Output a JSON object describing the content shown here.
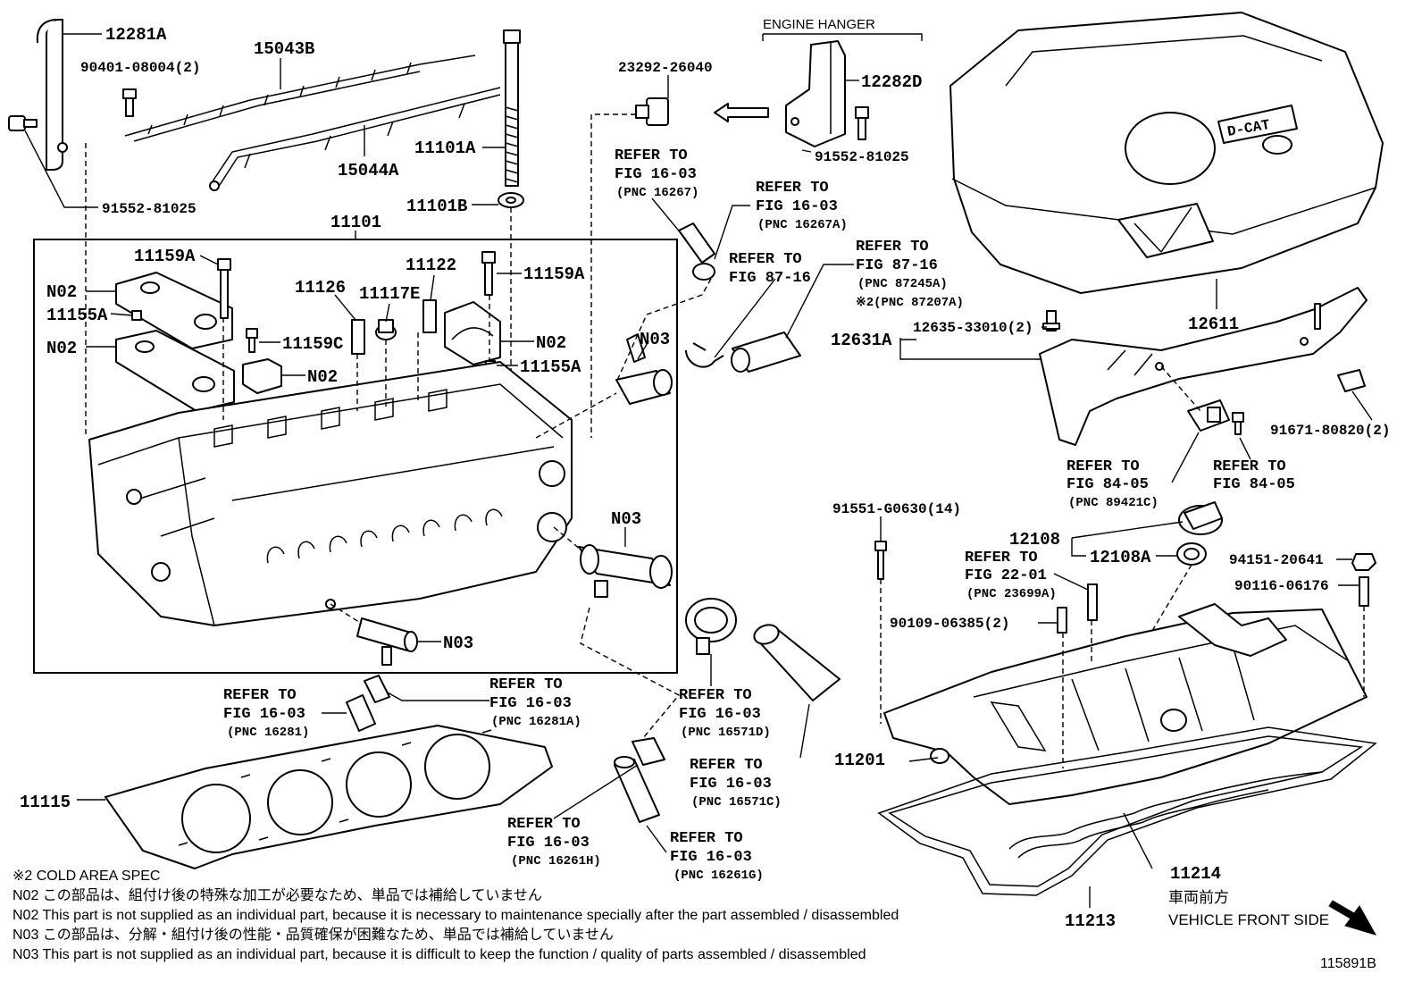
{
  "labels": {
    "p12281A": "12281A",
    "p90401": "90401-08004(2)",
    "p15043B": "15043B",
    "p91552a": "91552-81025",
    "p15044A": "15044A",
    "p11101A": "11101A",
    "p11101B": "11101B",
    "p11101": "11101",
    "p11159A_1": "11159A",
    "p11159A_2": "11159A",
    "p11159C": "11159C",
    "p11126": "11126",
    "p11117E": "11117E",
    "p11122": "11122",
    "p11155A_1": "11155A",
    "p11155A_2": "11155A",
    "pN02_1": "N02",
    "pN02_2": "N02",
    "pN02_3": "N02",
    "pN02_4": "N02",
    "pN03_1": "N03",
    "pN03_2": "N03",
    "pN03_3": "N03",
    "p23292": "23292-26040",
    "engine_hanger": "ENGINE HANGER",
    "p12282D": "12282D",
    "p91552b": "91552-81025",
    "p12611": "12611",
    "p12631A": "12631A",
    "p12635": "12635-33010(2)",
    "p91671": "91671-80820(2)",
    "p91551": "91551-G0630(14)",
    "p12108": "12108",
    "p12108A": "12108A",
    "p94151": "94151-20641",
    "p90116": "90116-06176",
    "p90109": "90109-06385(2)",
    "p11201": "11201",
    "p11214": "11214",
    "p11213": "11213",
    "p11115": "11115"
  },
  "refs": {
    "r16267_1": "REFER TO",
    "r16267_2": "FIG 16-03",
    "r16267_3": "(PNC 16267)",
    "r16267A_1": "REFER TO",
    "r16267A_2": "FIG 16-03",
    "r16267A_3": "(PNC 16267A)",
    "r8716_1": "REFER TO",
    "r8716_2": "FIG 87-16",
    "r87245_1": "REFER TO",
    "r87245_2": "FIG 87-16",
    "r87245_3": "(PNC 87245A)",
    "r87245_4": "※2(PNC 87207A)",
    "r89421_1": "REFER TO",
    "r89421_2": "FIG 84-05",
    "r89421_3": "(PNC 89421C)",
    "r8405_1": "REFER TO",
    "r8405_2": "FIG 84-05",
    "r23699_1": "REFER TO",
    "r23699_2": "FIG 22-01",
    "r23699_3": "(PNC 23699A)",
    "r16281_1": "REFER TO",
    "r16281_2": "FIG 16-03",
    "r16281_3": "(PNC 16281)",
    "r16281A_1": "REFER TO",
    "r16281A_2": "FIG 16-03",
    "r16281A_3": "(PNC 16281A)",
    "r16571D_1": "REFER TO",
    "r16571D_2": "FIG 16-03",
    "r16571D_3": "(PNC 16571D)",
    "r16571C_1": "REFER TO",
    "r16571C_2": "FIG 16-03",
    "r16571C_3": "(PNC 16571C)",
    "r16261H_1": "REFER TO",
    "r16261H_2": "FIG 16-03",
    "r16261H_3": "(PNC 16261H)",
    "r16261G_1": "REFER TO",
    "r16261G_2": "FIG 16-03",
    "r16261G_3": "(PNC 16261G)"
  },
  "cover_badge": "D-CAT",
  "notes": {
    "cold_area": "※2 COLD AREA SPEC",
    "n02_jp": "N02  この部品は、組付け後の特殊な加工が必要なため、単品では補給していません",
    "n02_en": "N02  This part is not supplied as an individual part, because it is necessary to maintenance specially after the part assembled / disassembled",
    "n03_jp": "N03  この部品は、分解・組付け後の性能・品質確保が困難なため、単品では補給していません",
    "n03_en": "N03  This part is not supplied as an individual part, because it is difficult to keep the function / quality of parts  assembled / disassembled"
  },
  "vehicle_front_jp": "車両前方",
  "vehicle_front_en": "VEHICLE FRONT SIDE",
  "figure_id": "115891B"
}
